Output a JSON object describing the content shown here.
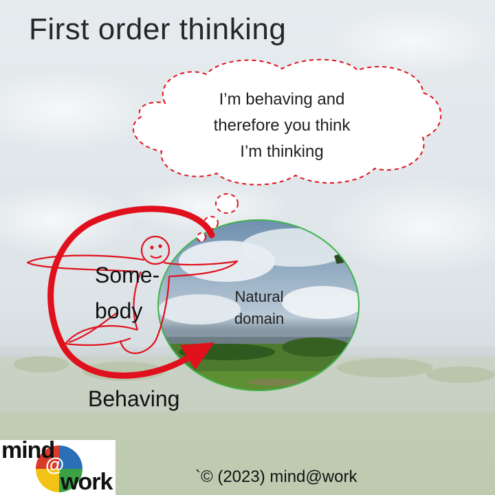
{
  "slide": {
    "title": "First order thinking",
    "thought_bubble": {
      "line1": "I’m behaving and",
      "line2": "therefore you think",
      "line3": "I’m thinking"
    },
    "labels": {
      "somebody_line1": "Some-",
      "somebody_line2": "body",
      "behaving": "Behaving",
      "natural_line1": "Natural",
      "natural_line2": "domain"
    },
    "logo": {
      "mind": "mind",
      "at": "@",
      "work": "work"
    },
    "copyright": "`© (2023) mind@work"
  },
  "colors": {
    "arrow_red": "#e0101c",
    "cloud_dash_red": "#e0101c",
    "circle_border_green": "#3fb34a",
    "sky": "#dfe6ea",
    "grass": "#b9c7a8"
  },
  "icons": {
    "stick_figure": "person-stick-figure-icon",
    "arrow": "circular-arrow-icon",
    "cloud": "thought-cloud-icon",
    "logo": "mind-at-work-logo"
  }
}
